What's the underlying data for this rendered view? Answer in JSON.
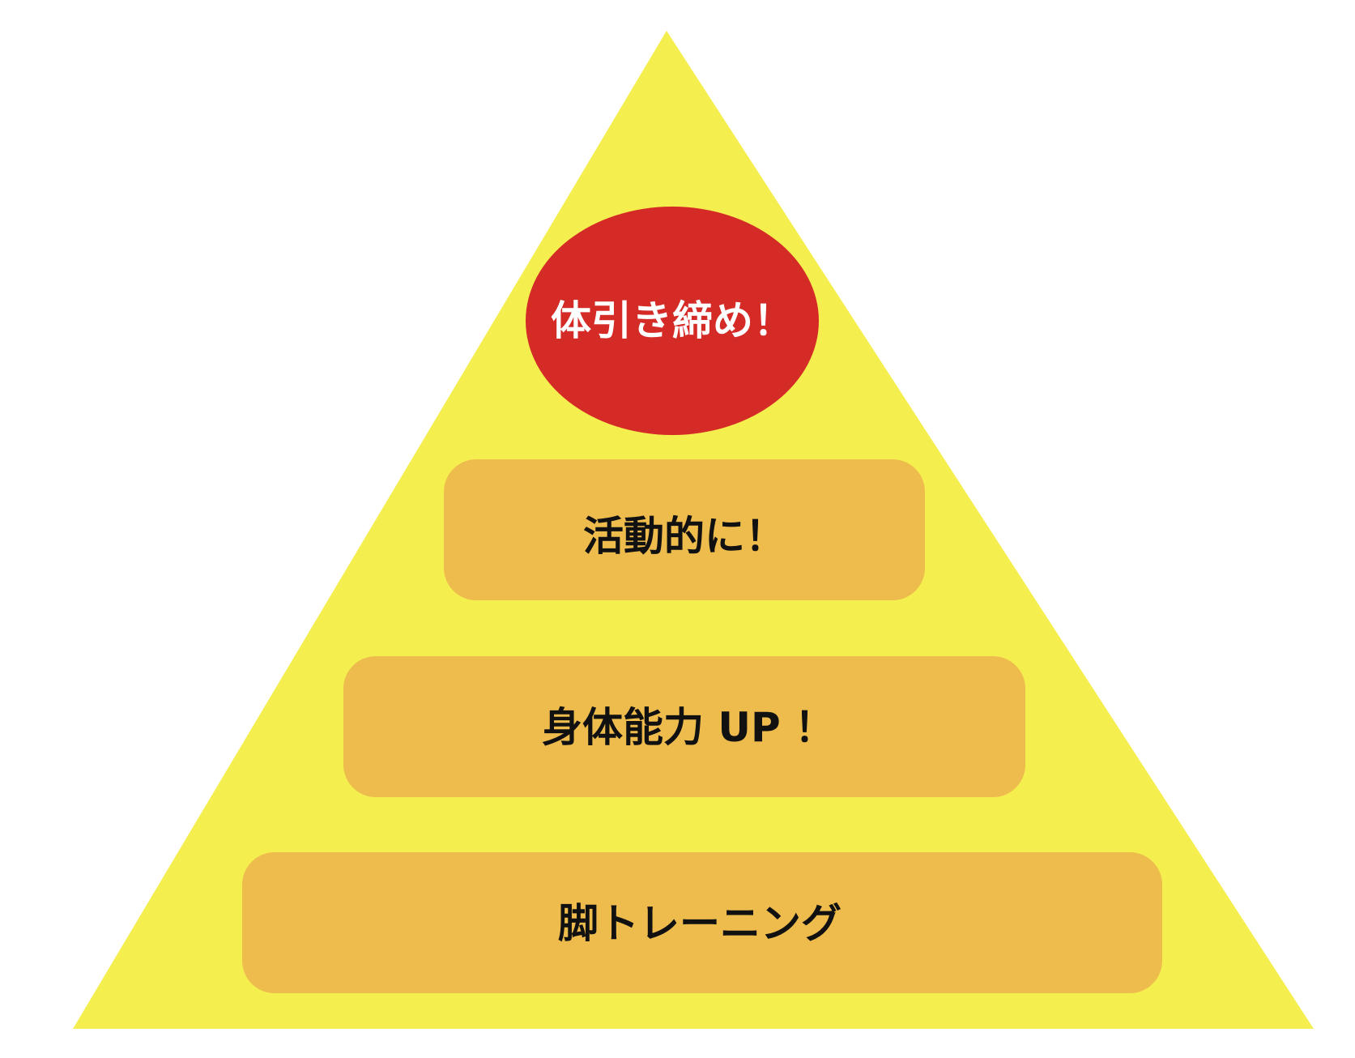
{
  "pyramid": {
    "fill_color": "#f5ee4f"
  },
  "apex": {
    "label": "体引き締め！",
    "fill_color": "#d52b27",
    "text_color": "#ffffff"
  },
  "tiers": [
    {
      "label": "活動的に！"
    },
    {
      "label": "身体能力 UP ！"
    },
    {
      "label": "脚トレーニング"
    }
  ],
  "tier_style": {
    "fill_color": "#eebb4d",
    "text_color": "#111111"
  }
}
